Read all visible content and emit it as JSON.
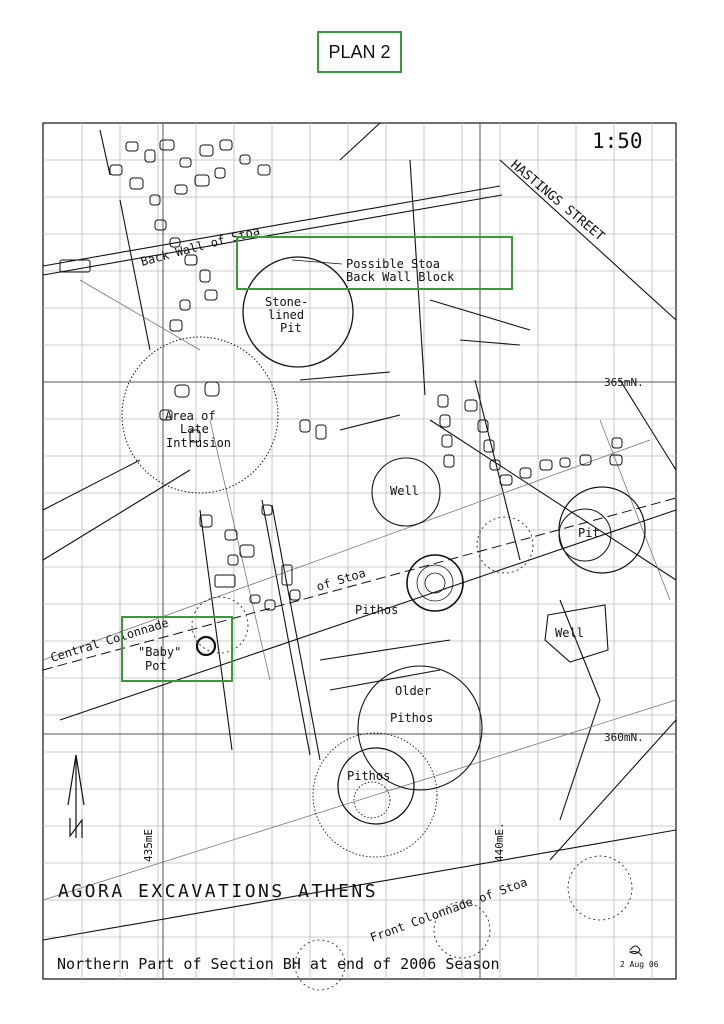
{
  "page_title": "PLAN 2",
  "scale": "1:50",
  "street": "HASTINGS STREET",
  "labels": {
    "back_wall": "Back Wall of Stoa",
    "stoa_block_line1": "Possible Stoa",
    "stoa_block_line2": "Back Wall Block",
    "stone_pit_1": "Stone-",
    "stone_pit_2": "lined",
    "stone_pit_3": "Pit",
    "intrusion_1": "Area of",
    "intrusion_2": "Late",
    "intrusion_3": "Intrusion",
    "well_1": "Well",
    "well_2": "Well",
    "pit": "Pit",
    "pithos_1": "Pithos",
    "pithos_2": "Pithos",
    "older_pithos_1": "Older",
    "older_pithos_2": "Pithos",
    "central_colonnade": "Central Colonnade",
    "of_stoa": "of Stoa",
    "baby_pot_1": "\"Baby\"",
    "baby_pot_2": "Pot",
    "front_colonnade": "Front Colonnade of Stoa",
    "coord_365n": "365mN.",
    "coord_360n": "360mN.",
    "coord_435e": "435mE",
    "coord_440e": "440mE."
  },
  "footer": {
    "project": "AGORA EXCAVATIONS ATHENS",
    "caption": "Northern Part of Section BH at end of 2006 Season",
    "date": "2 Aug 06"
  },
  "colors": {
    "highlight": "#3a9a3a",
    "ink": "#111111",
    "grid": "#bdbdbd"
  }
}
